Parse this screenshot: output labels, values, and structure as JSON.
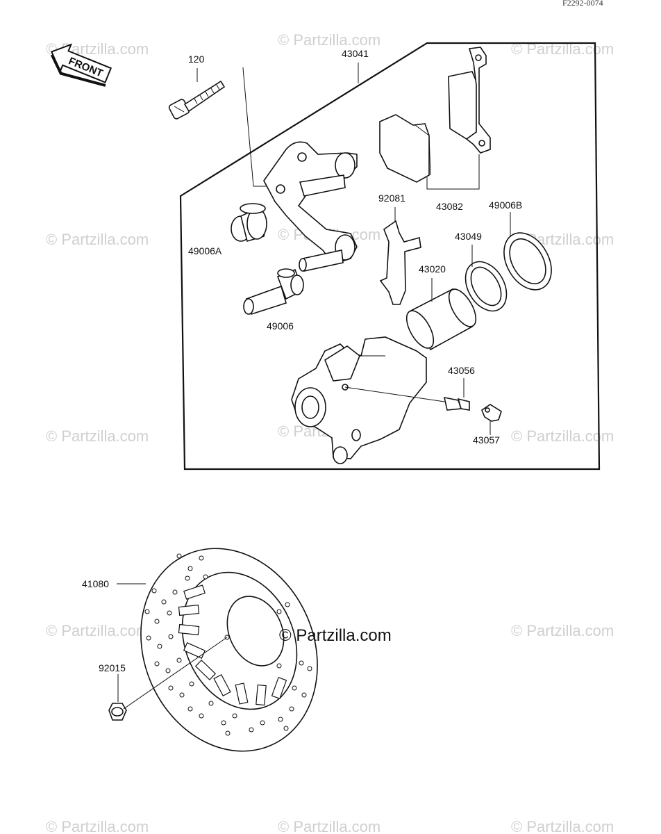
{
  "diagram": {
    "reference_code": "F2292-0074",
    "front_arrow_label": "FRONT",
    "watermark": "© Partzilla.com",
    "labels": {
      "p120": "120",
      "p43041": "43041",
      "p92081": "92081",
      "p43082": "43082",
      "p49006B": "49006B",
      "p49006A": "49006A",
      "p43049": "43049",
      "p43020": "43020",
      "p49006": "49006",
      "p43056": "43056",
      "p43057": "43057",
      "p41080": "41080",
      "p92015": "92015"
    }
  }
}
